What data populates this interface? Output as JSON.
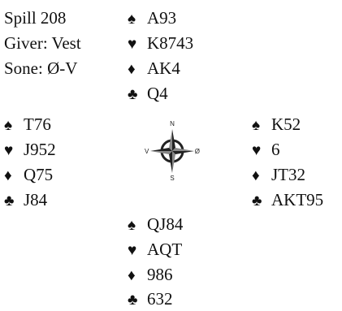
{
  "info": {
    "board": "Spill 208",
    "dealer": "Giver: Vest",
    "vulnerability": "Sone: Ø-V"
  },
  "compass": {
    "n": "N",
    "s": "S",
    "e": "Ø",
    "w": "V"
  },
  "suit_symbols": {
    "spades": "♠",
    "hearts": "♥",
    "diamonds": "♦",
    "clubs": "♣"
  },
  "hands": {
    "north": {
      "spades": "A93",
      "hearts": "K8743",
      "diamonds": "AK4",
      "clubs": "Q4"
    },
    "west": {
      "spades": "T76",
      "hearts": "J952",
      "diamonds": "Q75",
      "clubs": "J84"
    },
    "east": {
      "spades": "K52",
      "hearts": "6",
      "diamonds": "JT32",
      "clubs": "AKT95"
    },
    "south": {
      "spades": "QJ84",
      "hearts": "AQT",
      "diamonds": "986",
      "clubs": "632"
    }
  }
}
